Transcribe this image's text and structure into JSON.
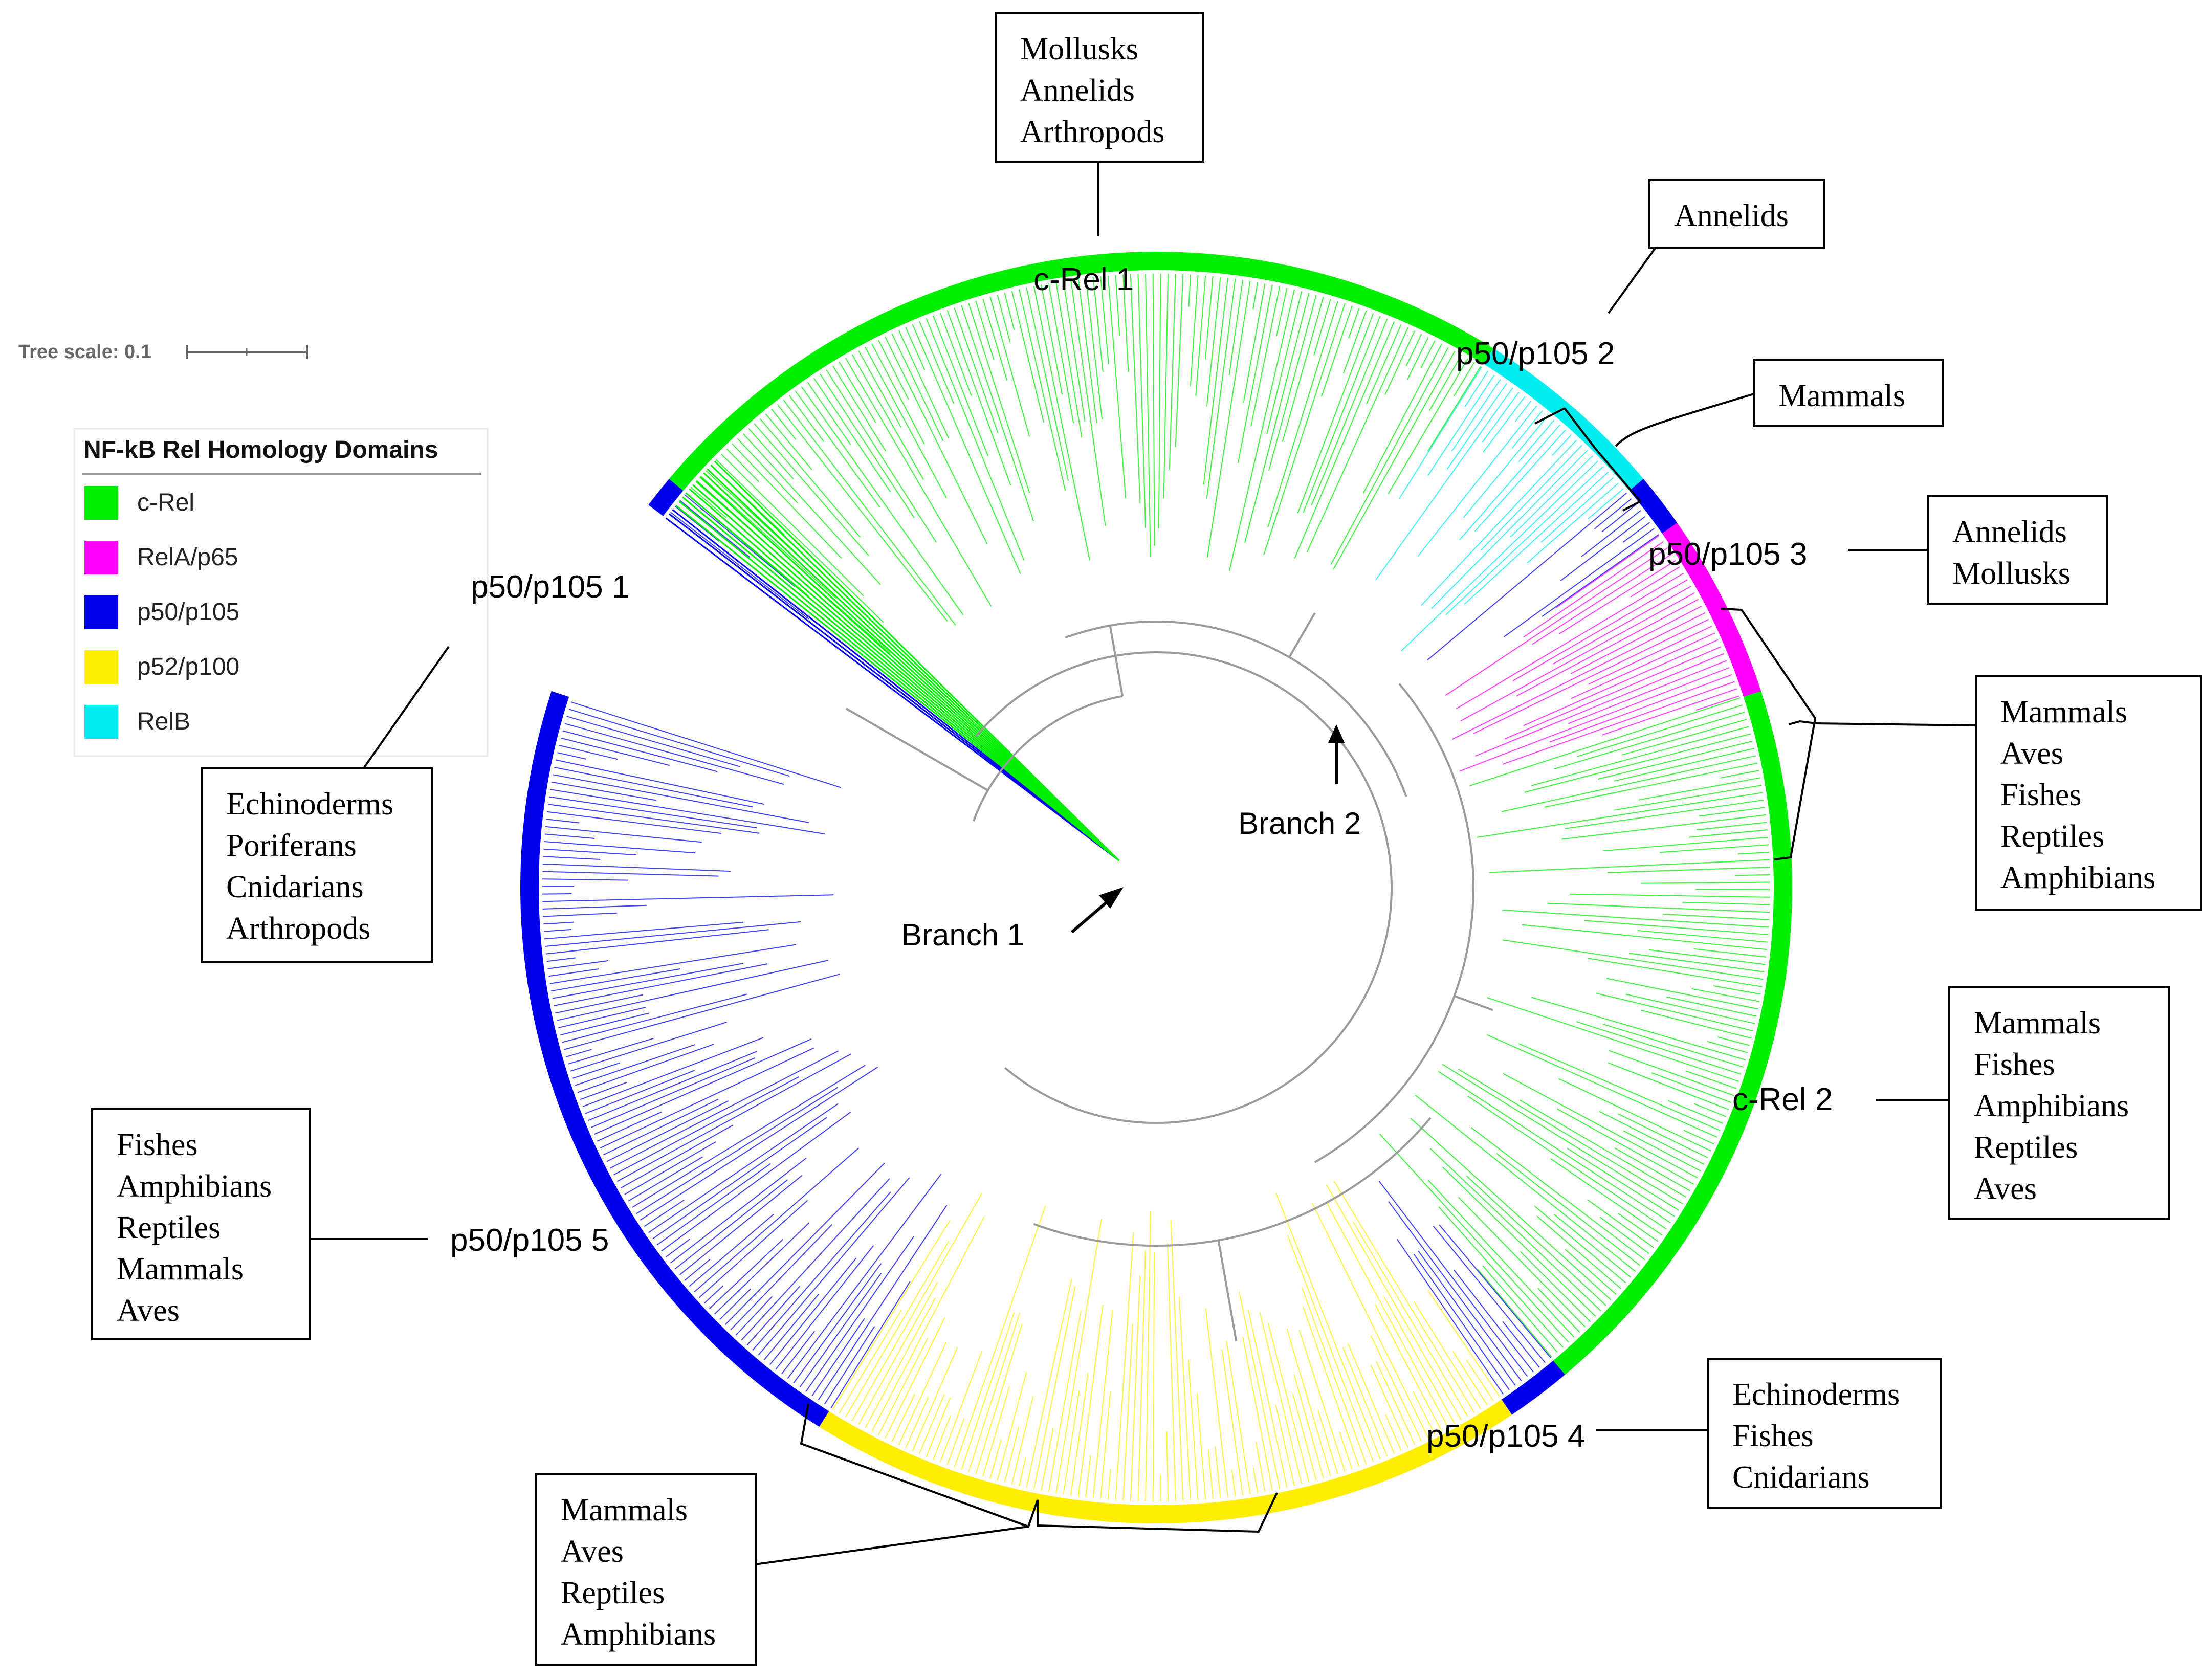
{
  "tree_scale": {
    "label": "Tree scale: 0.1"
  },
  "legend": {
    "title": "NF-kB Rel Homology Domains",
    "items": [
      {
        "label": "c-Rel",
        "color": "#00ee00"
      },
      {
        "label": "RelA/p65",
        "color": "#ff00ff"
      },
      {
        "label": "p50/p105",
        "color": "#0000ee"
      },
      {
        "label": "p52/p100",
        "color": "#ffee00"
      },
      {
        "label": "RelB",
        "color": "#00eeee"
      }
    ]
  },
  "clades": [
    {
      "label": "c-Rel 1",
      "domain": "c-Rel",
      "color": "#00ee00"
    },
    {
      "label": "p50/p105 1",
      "domain": "p50/p105",
      "color": "#0000ee"
    },
    {
      "label": "p50/p105 2",
      "domain": "p50/p105",
      "color": "#0000ee"
    },
    {
      "label": "p50/p105 3",
      "domain": "p50/p105",
      "color": "#0000ee"
    },
    {
      "label": "c-Rel 2",
      "domain": "c-Rel",
      "color": "#00ee00"
    },
    {
      "label": "p50/p105 4",
      "domain": "p50/p105",
      "color": "#0000ee"
    },
    {
      "label": "p50/p105 5",
      "domain": "p50/p105",
      "color": "#0000ee"
    }
  ],
  "branches": {
    "branch1": "Branch 1",
    "branch2": "Branch 2"
  },
  "taxa_boxes": [
    {
      "id": "top",
      "lines": [
        "Mollusks",
        "Annelids",
        "Arthropods"
      ]
    },
    {
      "id": "annelids",
      "lines": [
        "Annelids"
      ]
    },
    {
      "id": "relb-mammals",
      "lines": [
        "Mammals"
      ]
    },
    {
      "id": "p105-3",
      "lines": [
        "Annelids",
        "Mollusks"
      ]
    },
    {
      "id": "rela",
      "lines": [
        "Mammals",
        "Aves",
        "Fishes",
        "Reptiles",
        "Amphibians"
      ]
    },
    {
      "id": "crel2",
      "lines": [
        "Mammals",
        "Fishes",
        "Amphibians",
        "Reptiles",
        "Aves"
      ]
    },
    {
      "id": "p105-4",
      "lines": [
        "Echinoderms",
        "Fishes",
        "Cnidarians"
      ]
    },
    {
      "id": "p52",
      "lines": [
        "Mammals",
        "Aves",
        "Reptiles",
        "Amphibians"
      ]
    },
    {
      "id": "p105-5",
      "lines": [
        "Fishes",
        "Amphibians",
        "Reptiles",
        "Mammals",
        "Aves"
      ]
    },
    {
      "id": "p105-1",
      "lines": [
        "Echinoderms",
        "Poriferans",
        "Cnidarians",
        "Arthropods"
      ]
    }
  ],
  "colors": {
    "c-Rel": "#00ee00",
    "RelA/p65": "#ff00ff",
    "p50/p105": "#0000ee",
    "p52/p100": "#ffee00",
    "RelB": "#00eeee",
    "backbone": "#9a9a9a"
  }
}
